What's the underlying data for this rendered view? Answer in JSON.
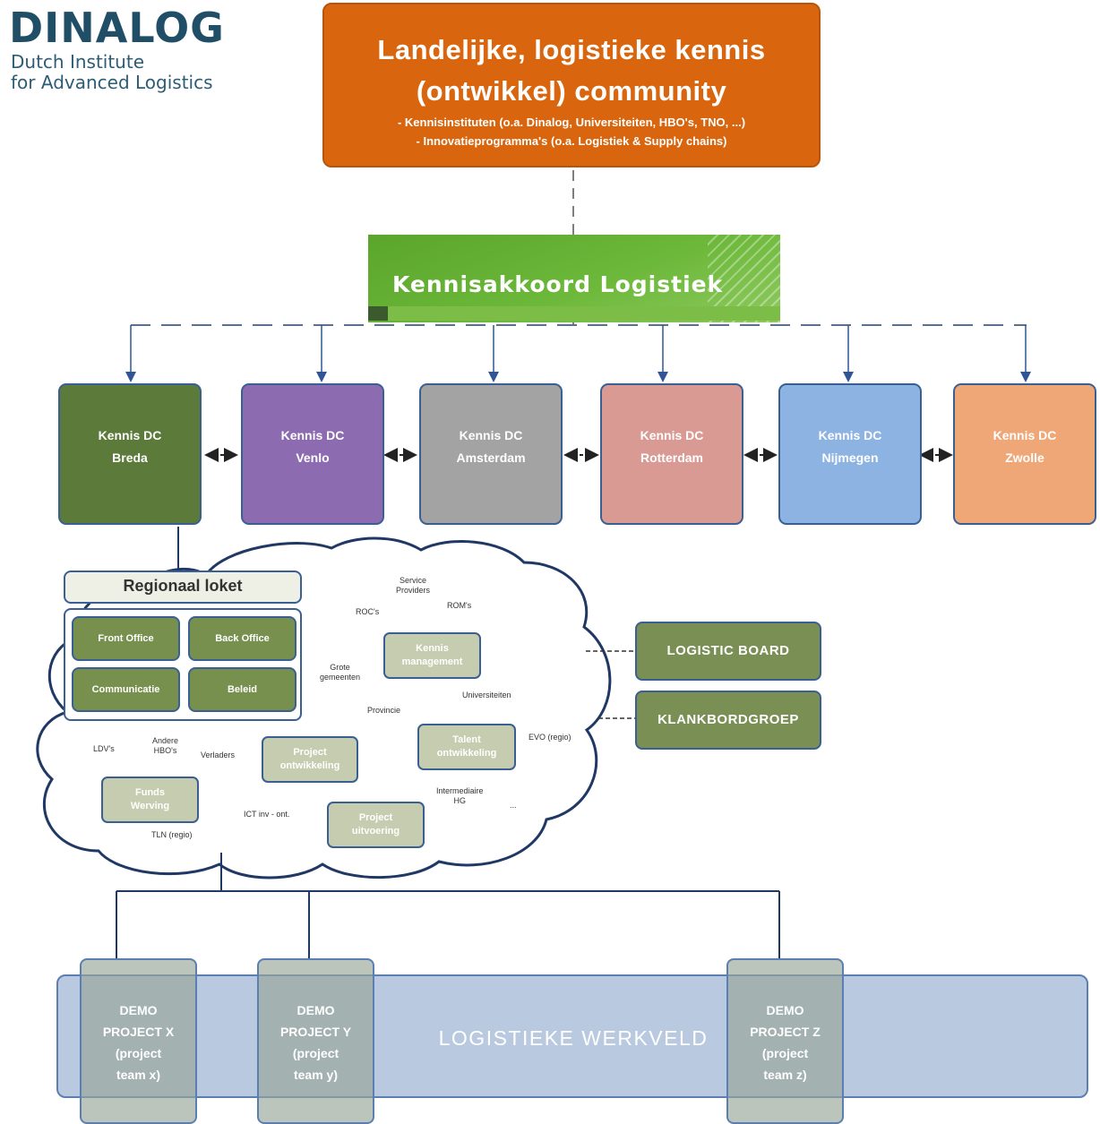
{
  "logo": {
    "name": "DINALOG",
    "sub1": "Dutch Institute",
    "sub2": "for Advanced Logistics"
  },
  "top": {
    "title1": "Landelijke, logistieke kennis",
    "title2": "(ontwikkel) community",
    "line1": "- Kennisinstituten (o.a. Dinalog, Universiteiten, HBO's, TNO, ...)",
    "line2": "- Innovatieprogramma's (o.a. Logistiek & Supply chains)",
    "color": "#d9660e"
  },
  "banner": {
    "title": "Kennisakkoord Logistiek",
    "color": "#6cb83a"
  },
  "dcs": [
    {
      "line1": "Kennis DC",
      "line2": "Breda",
      "color": "#5c7a3a"
    },
    {
      "line1": "Kennis DC",
      "line2": "Venlo",
      "color": "#8c6bb1"
    },
    {
      "line1": "Kennis DC",
      "line2": "Amsterdam",
      "color": "#a3a3a3"
    },
    {
      "line1": "Kennis DC",
      "line2": "Rotterdam",
      "color": "#d99a94"
    },
    {
      "line1": "Kennis DC",
      "line2": "Nijmegen",
      "color": "#8db3e2"
    },
    {
      "line1": "Kennis DC",
      "line2": "Zwolle",
      "color": "#f0a777"
    }
  ],
  "loket": {
    "title": "Regionaal loket",
    "front": "Front Office",
    "back": "Back Office",
    "comm": "Communicatie",
    "beleid": "Beleid"
  },
  "cloud": {
    "kennismgmt1": "Kennis",
    "kennismgmt2": "management",
    "projontw1": "Project",
    "projontw2": "ontwikkeling",
    "talent1": "Talent",
    "talent2": "ontwikkeling",
    "funds1": "Funds",
    "funds2": "Werving",
    "projuit1": "Project",
    "projuit2": "uitvoering",
    "service1": "Service",
    "service2": "Providers",
    "rocs": "ROC's",
    "roms": "ROM's",
    "grote1": "Grote",
    "grote2": "gemeenten",
    "universiteiten": "Universiteiten",
    "provincie": "Provincie",
    "evo": "EVO (regio)",
    "ldvs": "LDV's",
    "andere1": "Andere",
    "andere2": "HBO's",
    "verladers": "Verladers",
    "interm1": "Intermediaire",
    "interm2": "HG",
    "ellipsis": "...",
    "ict": "ICT inv - ont.",
    "tln": "TLN (regio)"
  },
  "side": {
    "board": "LOGISTIC BOARD",
    "klank": "KLANKBORDGROEP"
  },
  "werkveld": {
    "title": "LOGISTIEKE WERKVELD"
  },
  "demos": [
    {
      "l1": "DEMO",
      "l2": "PROJECT X",
      "l3": "(project",
      "l4": "team x)"
    },
    {
      "l1": "DEMO",
      "l2": "PROJECT Y",
      "l3": "(project",
      "l4": "team y)"
    },
    {
      "l1": "DEMO",
      "l2": "PROJECT Z",
      "l3": "(project",
      "l4": "team z)"
    }
  ]
}
